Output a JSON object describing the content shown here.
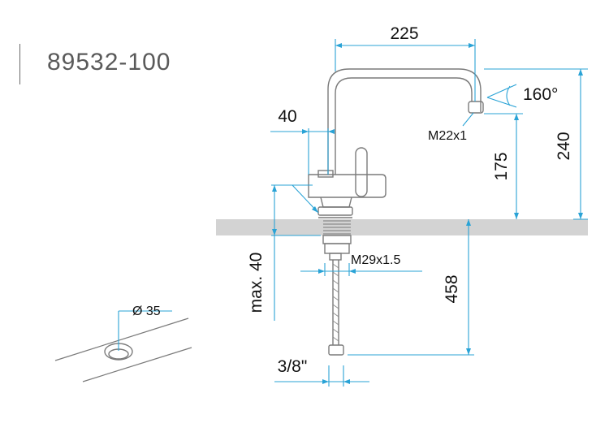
{
  "header": {
    "product_code": "89532-100"
  },
  "dimensions": {
    "spout_reach": "225",
    "body_width": "40",
    "swivel_angle": "160°",
    "aerator_thread": "M22x1",
    "outlet_height": "175",
    "total_height": "240",
    "max_deck_thickness": "max. 40",
    "shank_thread": "M29x1.5",
    "hose_length": "458",
    "hose_connection": "3/8\"",
    "hole_diameter": "Ø 35"
  },
  "colors": {
    "dimension_line": "#2aa3d6",
    "outline": "#777777",
    "countertop": "#d3d3d3"
  }
}
